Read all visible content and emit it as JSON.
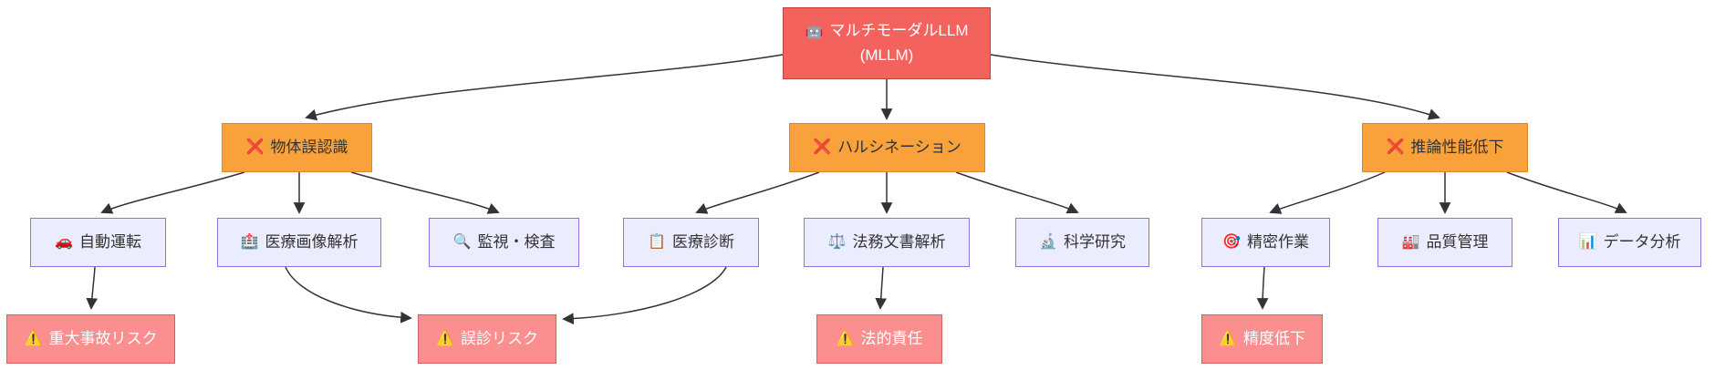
{
  "diagram_type": "flowchart",
  "colors": {
    "root_fill": "#f4625e",
    "root_border": "#c0443c",
    "problem_fill": "#f9a23c",
    "problem_border": "#dd8a22",
    "application_fill": "#ECECFF",
    "application_border": "#9370DB",
    "risk_fill": "#fb8f8f",
    "risk_border": "#d35f5f",
    "edge": "#333333"
  },
  "nodes": {
    "mllm": {
      "icon": "🤖",
      "label": "マルチモーダルLLM",
      "label2": "(MLLM)"
    },
    "object_misrecognition": {
      "icon": "❌",
      "label": "物体誤認識"
    },
    "hallucination": {
      "icon": "❌",
      "label": "ハルシネーション"
    },
    "reasoning_degradation": {
      "icon": "❌",
      "label": "推論性能低下"
    },
    "autonomous_driving": {
      "icon": "🚗",
      "label": "自動運転"
    },
    "medical_imaging": {
      "icon": "🏥",
      "label": "医療画像解析"
    },
    "surveillance": {
      "icon": "🔍",
      "label": "監視・検査"
    },
    "medical_diagnosis": {
      "icon": "📋",
      "label": "医療診断"
    },
    "legal_documents": {
      "icon": "⚖️",
      "label": "法務文書解析"
    },
    "scientific_research": {
      "icon": "🔬",
      "label": "科学研究"
    },
    "precision_work": {
      "icon": "🎯",
      "label": "精密作業"
    },
    "quality_control": {
      "icon": "🏭",
      "label": "品質管理"
    },
    "data_analysis": {
      "icon": "📊",
      "label": "データ分析"
    },
    "accident_risk": {
      "icon": "⚠️",
      "label": "重大事故リスク"
    },
    "misdiagnosis_risk": {
      "icon": "⚠️",
      "label": "誤診リスク"
    },
    "legal_liability": {
      "icon": "⚠️",
      "label": "法的責任"
    },
    "accuracy_degradation": {
      "icon": "⚠️",
      "label": "精度低下"
    }
  },
  "edges": [
    {
      "from": "mllm",
      "to": "object_misrecognition"
    },
    {
      "from": "mllm",
      "to": "hallucination"
    },
    {
      "from": "mllm",
      "to": "reasoning_degradation"
    },
    {
      "from": "object_misrecognition",
      "to": "autonomous_driving"
    },
    {
      "from": "object_misrecognition",
      "to": "medical_imaging"
    },
    {
      "from": "object_misrecognition",
      "to": "surveillance"
    },
    {
      "from": "hallucination",
      "to": "medical_diagnosis"
    },
    {
      "from": "hallucination",
      "to": "legal_documents"
    },
    {
      "from": "hallucination",
      "to": "scientific_research"
    },
    {
      "from": "reasoning_degradation",
      "to": "precision_work"
    },
    {
      "from": "reasoning_degradation",
      "to": "quality_control"
    },
    {
      "from": "reasoning_degradation",
      "to": "data_analysis"
    },
    {
      "from": "autonomous_driving",
      "to": "accident_risk"
    },
    {
      "from": "medical_imaging",
      "to": "misdiagnosis_risk"
    },
    {
      "from": "medical_diagnosis",
      "to": "misdiagnosis_risk"
    },
    {
      "from": "legal_documents",
      "to": "legal_liability"
    },
    {
      "from": "precision_work",
      "to": "accuracy_degradation"
    }
  ]
}
